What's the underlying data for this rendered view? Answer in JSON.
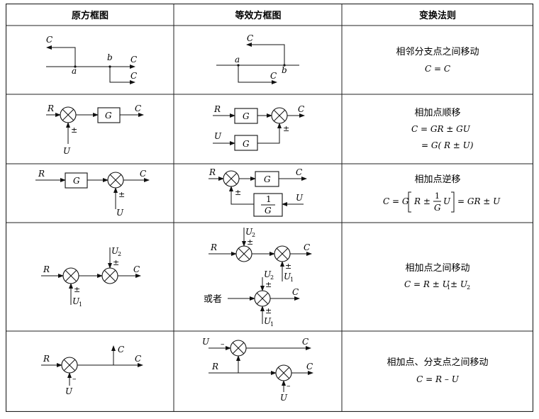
{
  "table": {
    "headers": [
      "原方框图",
      "等效方框图",
      "变换法则"
    ],
    "rows": [
      {
        "rule": [
          "相邻分支点之间移动",
          "C = C"
        ]
      },
      {
        "rule": [
          "相加点顺移",
          "C = GR ± GU",
          "= G( R ± U)"
        ]
      },
      {
        "rule": [
          "相加点逆移",
          "C = G",
          "R ± ",
          "1",
          "G",
          "U",
          "= GR ± U"
        ]
      },
      {
        "rule": [
          "相加点之间移动",
          "C = R ± U",
          "1",
          " ± U",
          "2"
        ]
      },
      {
        "rule": [
          "相加点、分支点之间移动",
          "C = R – U"
        ]
      }
    ]
  },
  "labels": {
    "C": "C",
    "R": "R",
    "U": "U",
    "G": "G",
    "a": "a",
    "b": "b",
    "pm": "±",
    "minus": "–",
    "one": "1",
    "sub1": "1",
    "sub2": "2",
    "huozhe": "或者"
  }
}
